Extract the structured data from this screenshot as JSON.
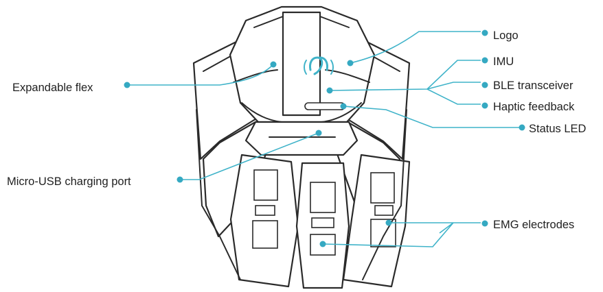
{
  "labels": {
    "logo": "Logo",
    "imu": "IMU",
    "ble": "BLE transceiver",
    "haptic": "Haptic feedback",
    "status_led": "Status LED",
    "expandable_flex": "Expandable flex",
    "micro_usb": "Micro-USB charging port",
    "emg": "EMG electrodes"
  },
  "colors": {
    "callout": "#3fb3c9",
    "dot": "#35a9c2",
    "outline": "#2a2a2a",
    "label_text": "#1f1f1f"
  },
  "icons": {
    "logo": "two-hands-wave-icon"
  }
}
